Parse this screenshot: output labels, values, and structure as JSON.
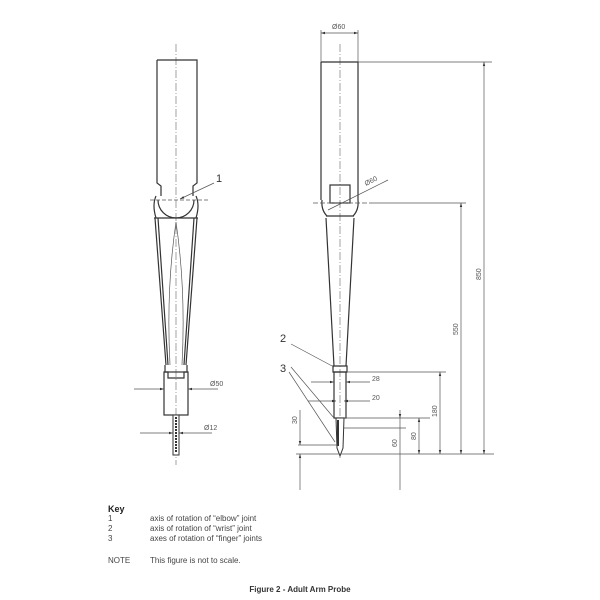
{
  "figure": {
    "caption": "Figure 2 - Adult Arm Probe",
    "front_view": {
      "labels": [
        {
          "id": "1",
          "text": "1"
        }
      ],
      "dimensions": {
        "wrist_diameter": "Ø50",
        "finger_diameter": "Ø12"
      }
    },
    "side_view": {
      "labels": [
        {
          "id": "2",
          "text": "2"
        },
        {
          "id": "3",
          "text": "3"
        }
      ],
      "dimensions": {
        "upper_arm_diameter": "Ø60",
        "elbow_diameter": "Ø60",
        "total_length": "850",
        "elbow_to_tip": "550",
        "wrist_to_tip": "180",
        "wrist_width_outer": "28",
        "wrist_width_inner": "20",
        "finger_joint_spacing": "30",
        "finger_length": "60",
        "finger_upper_to_tip": "80"
      }
    }
  },
  "key": {
    "title": "Key",
    "items": [
      {
        "num": "1",
        "text": "axis of rotation of “elbow” joint"
      },
      {
        "num": "2",
        "text": "axis of rotation of “wrist” joint"
      },
      {
        "num": "3",
        "text": "axes of rotation of “finger” joints"
      }
    ]
  },
  "note": {
    "label": "NOTE",
    "text": "This figure is not to scale."
  }
}
